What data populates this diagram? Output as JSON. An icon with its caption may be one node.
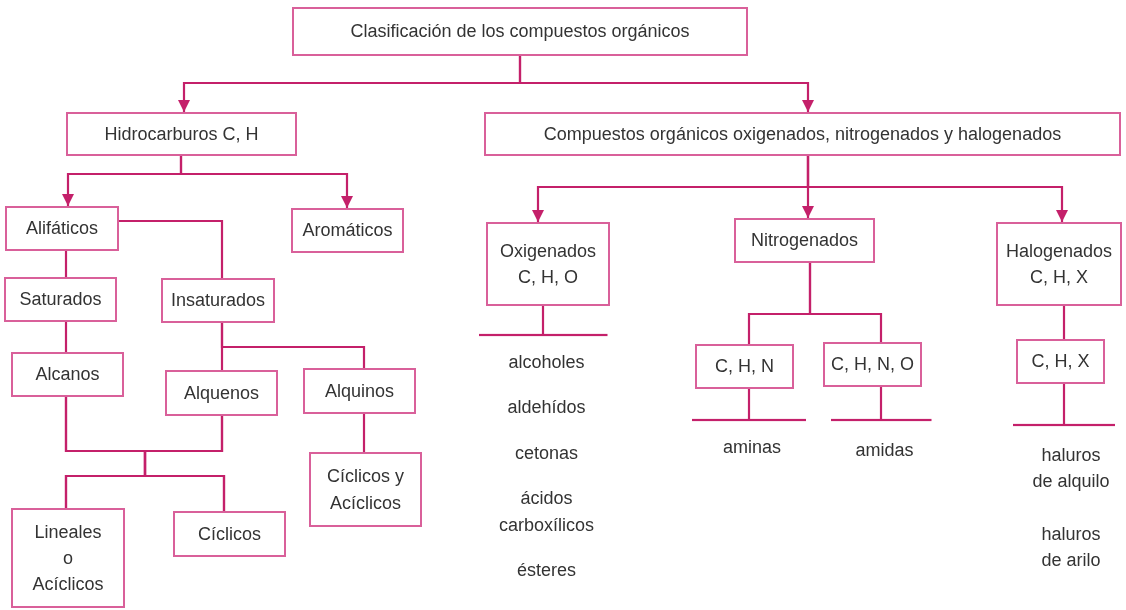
{
  "diagram": {
    "nodes": [
      {
        "text": [
          "Clasificación de los compuestos orgánicos"
        ]
      },
      {
        "text": [
          "Hidrocarburos C, H"
        ]
      },
      {
        "text": [
          "Compuestos orgánicos oxigenados, nitrogenados y halogenados"
        ]
      },
      {
        "text": [
          "Alifáticos"
        ]
      },
      {
        "text": [
          "Aromáticos"
        ]
      },
      {
        "text": [
          "Saturados"
        ]
      },
      {
        "text": [
          "Insaturados"
        ]
      },
      {
        "text": [
          "Alcanos"
        ]
      },
      {
        "text": [
          "Alquenos"
        ]
      },
      {
        "text": [
          "Alquinos"
        ]
      },
      {
        "text": [
          "Lineales o Acíclicos"
        ]
      },
      {
        "text": [
          "Cíclicos"
        ]
      },
      {
        "text": [
          "Cíclicos y Acíclicos"
        ]
      },
      {
        "text": [
          "Oxigenados",
          "C, H, O"
        ]
      },
      {
        "text": [
          "Nitrogenados"
        ]
      },
      {
        "text": [
          "Halogenados",
          "C, H, X"
        ]
      },
      {
        "text": [
          "C, H, N"
        ]
      },
      {
        "text": [
          "C, H, N, O"
        ]
      },
      {
        "text": [
          "C, H, X"
        ]
      },
      {
        "text": [
          "alcoholes",
          "aldehídos",
          "cetonas",
          "ácidos carboxílicos",
          "ésteres"
        ]
      },
      {
        "text": [
          "aminas"
        ]
      },
      {
        "text": [
          "amidas"
        ]
      },
      {
        "text": [
          "haluros de alquilo",
          "haluros de arilo"
        ]
      }
    ],
    "edges": [
      {
        "from": 0,
        "to": 1,
        "arrow": "to"
      },
      {
        "from": 0,
        "to": 2,
        "arrow": "to"
      },
      {
        "from": 1,
        "to": 3,
        "arrow": "to"
      },
      {
        "from": 1,
        "to": 4,
        "arrow": "to"
      },
      {
        "from": 2,
        "to": 13,
        "arrow": "to"
      },
      {
        "from": 2,
        "to": 14,
        "arrow": "to"
      },
      {
        "from": 2,
        "to": 15,
        "arrow": "to"
      },
      {
        "from": 3,
        "to": 5,
        "arrow": "none"
      },
      {
        "from": 3,
        "to": 6,
        "arrow": "none"
      },
      {
        "from": 5,
        "to": 7,
        "arrow": "none"
      },
      {
        "from": 6,
        "to": 8,
        "arrow": "none"
      },
      {
        "from": 6,
        "to": 9,
        "arrow": "none"
      },
      {
        "from": 7,
        "to": 10,
        "arrow": "none"
      },
      {
        "from": 7,
        "to": 11,
        "arrow": "none"
      },
      {
        "from": 8,
        "to": 10,
        "arrow": "none"
      },
      {
        "from": 8,
        "to": 11,
        "arrow": "none"
      },
      {
        "from": 9,
        "to": 12,
        "arrow": "none"
      },
      {
        "from": 13,
        "to": 19,
        "arrow": "other"
      },
      {
        "from": 14,
        "to": 16,
        "arrow": "none"
      },
      {
        "from": 14,
        "to": 17,
        "arrow": "none"
      },
      {
        "from": 16,
        "to": 20,
        "arrow": "other"
      },
      {
        "from": 17,
        "to": 21,
        "arrow": "other"
      },
      {
        "from": 15,
        "to": 18,
        "arrow": "none"
      },
      {
        "from": 18,
        "to": 22,
        "arrow": "other"
      }
    ]
  }
}
